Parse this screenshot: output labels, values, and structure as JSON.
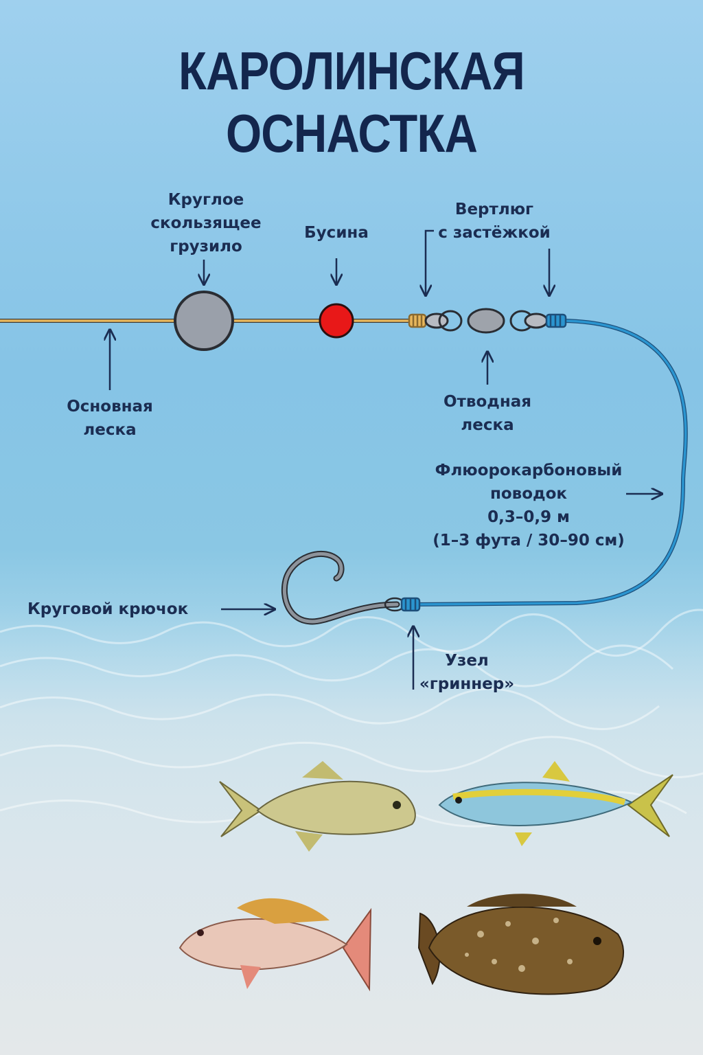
{
  "title": "КАРОЛИНСКАЯ ОСНАСТКА",
  "labels": {
    "sinker": [
      "Круглое",
      "скользящее",
      "грузило"
    ],
    "bead": [
      "Бусина"
    ],
    "swivel": [
      "Вертлюг",
      "с застёжкой"
    ],
    "main_line": [
      "Основная",
      "леска"
    ],
    "branch_line": [
      "Отводная",
      "леска"
    ],
    "leader": [
      "Флюорокарбоновый",
      "поводок",
      "0,3–0,9 м",
      "(1–3 фута / 30–90 см)"
    ],
    "hook": [
      "Круговой крючок"
    ],
    "knot": [
      "Узел",
      "«гриннер»"
    ]
  },
  "colors": {
    "main_line": "#e8b75c",
    "leader": "#2b95d0",
    "sinker": "#9aa0aa",
    "bead": "#e81818",
    "swivel": "#9ea3ab",
    "hook": "#7d838c",
    "text": "#1b2d52"
  }
}
